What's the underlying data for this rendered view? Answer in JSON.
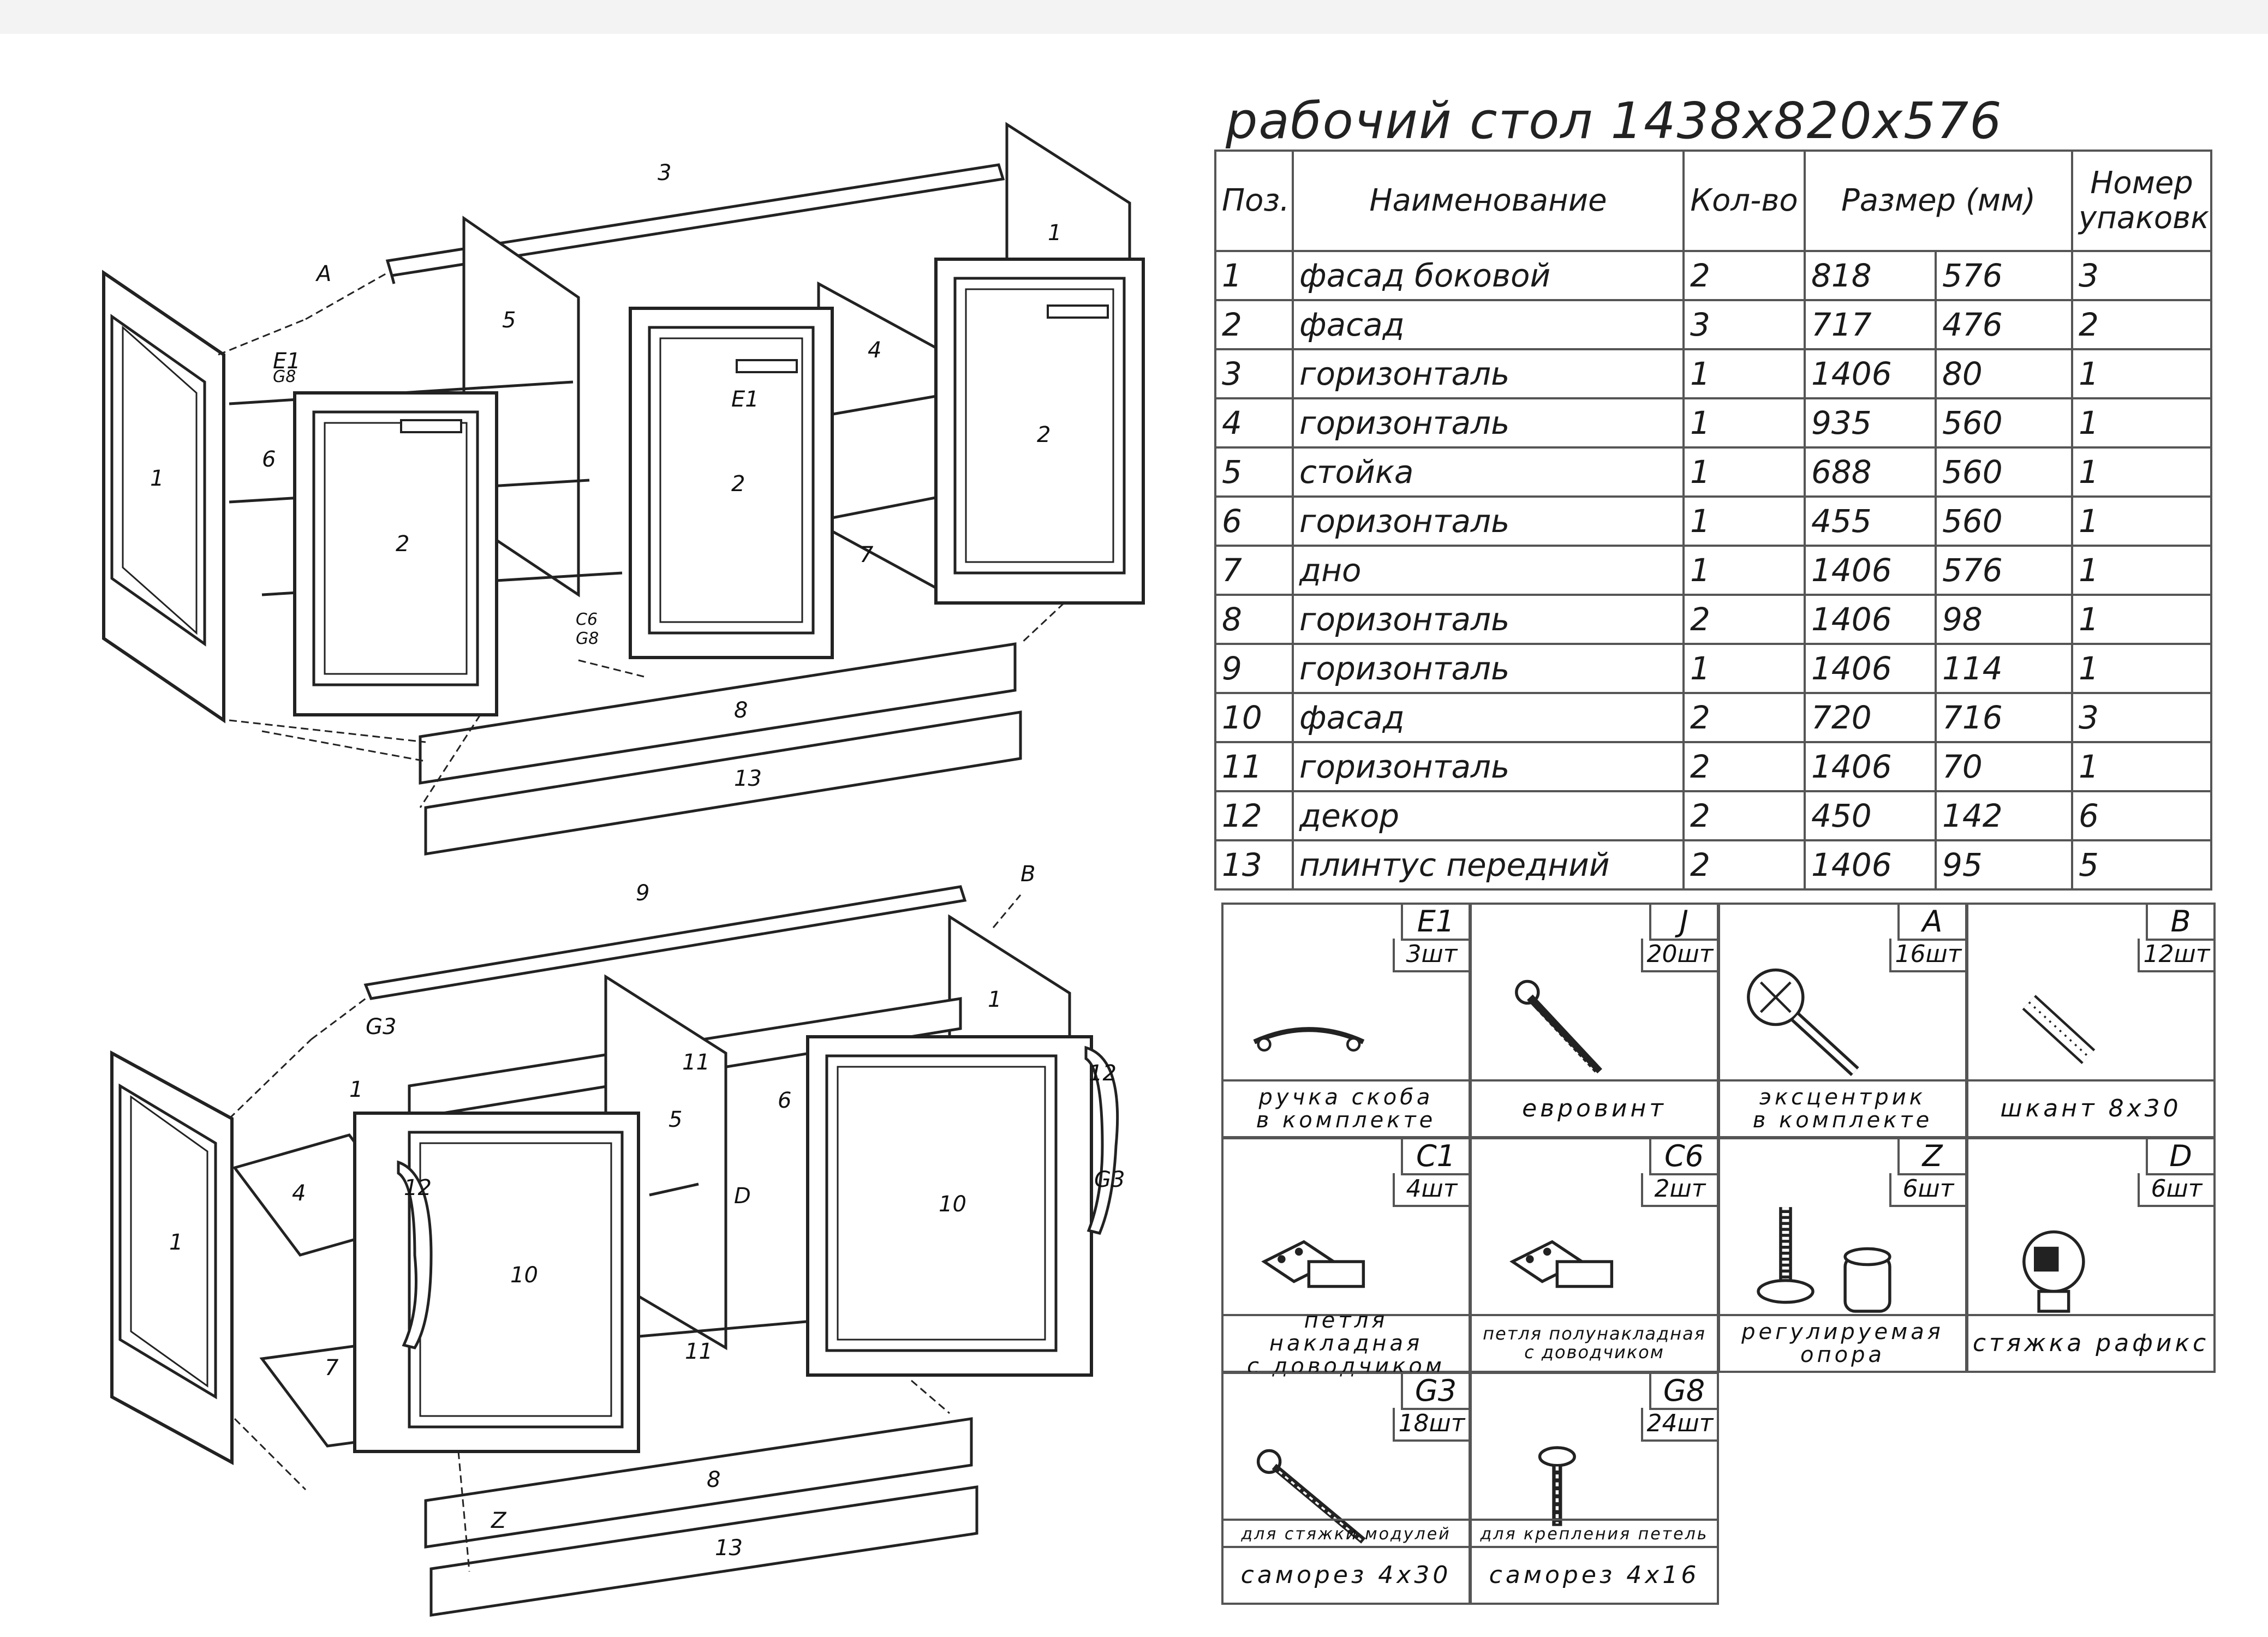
{
  "title": "рабочий стол 1438х820х576",
  "table": {
    "headers": [
      "Поз.",
      "Наименование",
      "Кол-во",
      "Размер (мм)",
      "Номер упаковки"
    ],
    "rows": [
      {
        "pos": "1",
        "name": "фасад боковой",
        "qty": "2",
        "w": "818",
        "h": "576",
        "pack": "3"
      },
      {
        "pos": "2",
        "name": "фасад",
        "qty": "3",
        "w": "717",
        "h": "476",
        "pack": "2"
      },
      {
        "pos": "3",
        "name": "горизонталь",
        "qty": "1",
        "w": "1406",
        "h": "80",
        "pack": "1"
      },
      {
        "pos": "4",
        "name": "горизонталь",
        "qty": "1",
        "w": "935",
        "h": "560",
        "pack": "1"
      },
      {
        "pos": "5",
        "name": "стойка",
        "qty": "1",
        "w": "688",
        "h": "560",
        "pack": "1"
      },
      {
        "pos": "6",
        "name": "горизонталь",
        "qty": "1",
        "w": "455",
        "h": "560",
        "pack": "1"
      },
      {
        "pos": "7",
        "name": "дно",
        "qty": "1",
        "w": "1406",
        "h": "576",
        "pack": "1"
      },
      {
        "pos": "8",
        "name": "горизонталь",
        "qty": "2",
        "w": "1406",
        "h": "98",
        "pack": "1"
      },
      {
        "pos": "9",
        "name": "горизонталь",
        "qty": "1",
        "w": "1406",
        "h": "114",
        "pack": "1"
      },
      {
        "pos": "10",
        "name": "фасад",
        "qty": "2",
        "w": "720",
        "h": "716",
        "pack": "3"
      },
      {
        "pos": "11",
        "name": "горизонталь",
        "qty": "2",
        "w": "1406",
        "h": "70",
        "pack": "1"
      },
      {
        "pos": "12",
        "name": "декор",
        "qty": "2",
        "w": "450",
        "h": "142",
        "pack": "6"
      },
      {
        "pos": "13",
        "name": "плинтус передний",
        "qty": "2",
        "w": "1406",
        "h": "95",
        "pack": "5"
      }
    ]
  },
  "hardware": [
    {
      "code": "E1",
      "qty": "3шт",
      "icon": "handle-icon",
      "label1": "ручка скоба",
      "label2": "в комплекте"
    },
    {
      "code": "J",
      "qty": "20шт",
      "icon": "euroscrew-icon",
      "label1": "евровинт",
      "label2": ""
    },
    {
      "code": "A",
      "qty": "16шт",
      "icon": "eccentric-icon",
      "label1": "эксцентрик",
      "label2": "в комплекте"
    },
    {
      "code": "B",
      "qty": "12шт",
      "icon": "dowel-icon",
      "label1": "шкант 8х30",
      "label2": ""
    },
    {
      "code": "C1",
      "qty": "4шт",
      "icon": "hinge-icon",
      "label1": "петля накладная",
      "label2": "с доводчиком"
    },
    {
      "code": "C6",
      "qty": "2шт",
      "icon": "hinge-icon",
      "label1": "петля полунакладная",
      "label2": "с доводчиком"
    },
    {
      "code": "Z",
      "qty": "6шт",
      "icon": "adjustable-foot-icon",
      "label1": "регулируемая",
      "label2": "опора"
    },
    {
      "code": "D",
      "qty": "6шт",
      "icon": "rafix-icon",
      "label1": "стяжка рафикс",
      "label2": ""
    },
    {
      "code": "G3",
      "qty": "18шт",
      "icon": "screw-long-icon",
      "sub": "для стяжки модулей",
      "label1": "саморез 4х30",
      "label2": ""
    },
    {
      "code": "G8",
      "qty": "24шт",
      "icon": "screw-short-icon",
      "sub": "для крепления петель",
      "label1": "саморез 4х16",
      "label2": ""
    }
  ],
  "callouts_top": [
    "3",
    "A",
    "E1",
    "G8",
    "1",
    "5",
    "4",
    "1",
    "6",
    "2",
    "E1",
    "2",
    "2",
    "7",
    "C6",
    "G8",
    "8",
    "13"
  ],
  "callouts_bottom": [
    "9",
    "B",
    "G3",
    "1",
    "1",
    "4",
    "11",
    "5",
    "6",
    "12",
    "10",
    "D",
    "10",
    "12",
    "G3",
    "7",
    "11",
    "1",
    "8",
    "Z",
    "13"
  ]
}
